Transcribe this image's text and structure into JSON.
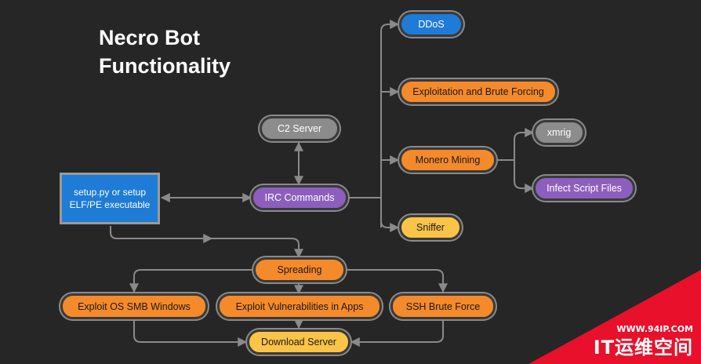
{
  "title": {
    "line1": "Necro Bot",
    "line2": "Functionality"
  },
  "nodes": {
    "setup_line1": "setup.py or setup",
    "setup_line2": "ELF/PE executable",
    "c2_server": "C2 Server",
    "irc_commands": "IRC Commands",
    "ddos": "DDoS",
    "exploitation": "Exploitation and Brute Forcing",
    "monero_mining": "Monero Mining",
    "sniffer": "Sniffer",
    "xmrig": "xmrig",
    "infect_script": "Infect Script Files",
    "spreading": "Spreading",
    "exploit_smb": "Exploit OS SMB Windows",
    "exploit_apps": "Exploit Vulnerabilities in Apps",
    "ssh_brute": "SSH Brute Force",
    "download_server": "Download Server"
  },
  "watermark": {
    "url": "WWW.94IP.COM",
    "name": "IT运维空间"
  },
  "colors": {
    "background": "#262626",
    "blue": "#1e7bd6",
    "orange": "#f58a2a",
    "yellow": "#fbc447",
    "gray": "#8c8c8c",
    "purple": "#8c5fbf",
    "connector": "#8a8a8a",
    "watermark_red": "#e8102a"
  }
}
